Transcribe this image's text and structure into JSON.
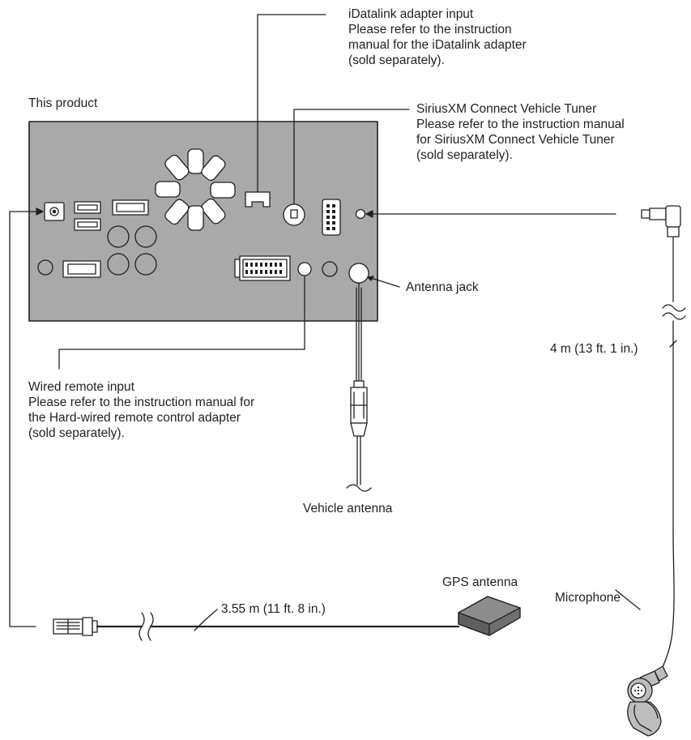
{
  "labels": {
    "idatalink": {
      "title": "iDatalink adapter input",
      "desc1": "Please refer to the instruction",
      "desc2": "manual for the iDatalink adapter",
      "desc3": "(sold separately)."
    },
    "this_product": "This product",
    "siriusxm": {
      "title": "SiriusXM Connect Vehicle Tuner",
      "desc1": "Please refer to the instruction manual",
      "desc2": "for SiriusXM Connect Vehicle Tuner",
      "desc3": "(sold separately)."
    },
    "antenna_jack": "Antenna jack",
    "wired_remote": {
      "title": "Wired remote input",
      "desc1": "Please refer to the instruction manual for",
      "desc2": "the Hard-wired remote control adapter",
      "desc3": "(sold separately)."
    },
    "mic_cable_length": "4 m (13 ft. 1 in.)",
    "vehicle_antenna": "Vehicle antenna",
    "gps_antenna": "GPS antenna",
    "gps_cable_length": "3.55 m (11 ft. 8 in.)",
    "microphone": "Microphone"
  },
  "colors": {
    "line": "#231f20",
    "panel_fill": "#a9a9a9",
    "component_fill": "#ffffff",
    "gps_fill": "#8c8c8c",
    "mic_fill": "#bdbdbd"
  }
}
